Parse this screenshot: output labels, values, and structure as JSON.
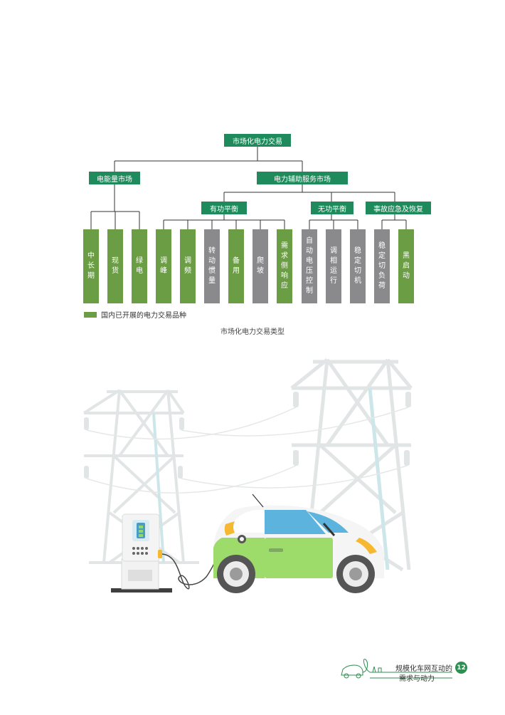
{
  "diagram": {
    "root": "市场化电力交易",
    "l1": [
      "电能量市场",
      "电力辅助服务市场"
    ],
    "l2": [
      "有功平衡",
      "无功平衡",
      "事故应急及恢复"
    ],
    "leaves": [
      {
        "label": "中长期",
        "kind": "green"
      },
      {
        "label": "现货",
        "kind": "green"
      },
      {
        "label": "绿电",
        "kind": "green"
      },
      {
        "label": "调峰",
        "kind": "green"
      },
      {
        "label": "调频",
        "kind": "green"
      },
      {
        "label": "转动惯量",
        "kind": "gray"
      },
      {
        "label": "备用",
        "kind": "green"
      },
      {
        "label": "爬坡",
        "kind": "gray"
      },
      {
        "label": "需求侧响应",
        "kind": "green"
      },
      {
        "label": "自动电压控制",
        "kind": "gray"
      },
      {
        "label": "调相运行",
        "kind": "gray"
      },
      {
        "label": "稳定切机",
        "kind": "gray"
      },
      {
        "label": "稳定切负荷",
        "kind": "gray"
      },
      {
        "label": "黑启动",
        "kind": "green"
      }
    ],
    "legend": "国内已开展的电力交易品种",
    "caption": "市场化电力交易类型"
  },
  "footer": {
    "line1": "规模化车网互动的",
    "line2": "需求与动力",
    "page": "12"
  },
  "colors": {
    "dark_green": "#1f8a5b",
    "leaf_green": "#6b9d45",
    "leaf_gray": "#8a8a8c",
    "car_green": "#9ddb6a",
    "tower": "#e3e6e6"
  }
}
